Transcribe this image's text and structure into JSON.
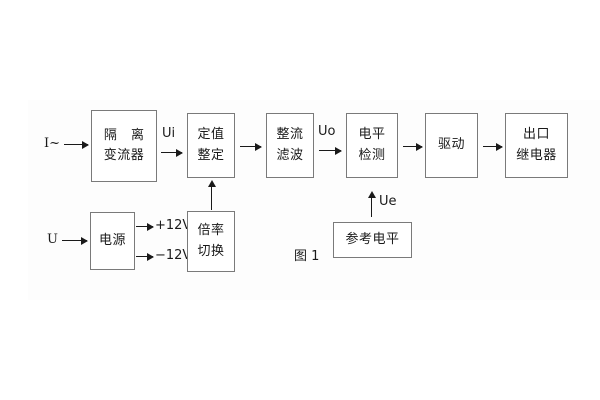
{
  "figure": {
    "caption": "图 1",
    "background": "#ffffff",
    "line_color": "#7a7a7a",
    "text_color": "#1a1a1a"
  },
  "inputs": [
    {
      "name": "current-input",
      "label": "I~"
    },
    {
      "name": "voltage-input",
      "label": "U"
    }
  ],
  "blocks": [
    {
      "name": "isolating-transformer",
      "lines": [
        "隔 离",
        "变流器"
      ]
    },
    {
      "name": "setpoint-setting",
      "lines": [
        "定值",
        "整定"
      ]
    },
    {
      "name": "rectifier-filter",
      "lines": [
        "整流",
        "滤波"
      ]
    },
    {
      "name": "level-detection",
      "lines": [
        "电平",
        "检测"
      ]
    },
    {
      "name": "driver",
      "lines": [
        "驱动"
      ]
    },
    {
      "name": "output-relay",
      "lines": [
        "出口",
        "继电器"
      ]
    },
    {
      "name": "power-supply",
      "lines": [
        "电源"
      ]
    },
    {
      "name": "multiplier-switch",
      "lines": [
        "倍率",
        "切换"
      ]
    },
    {
      "name": "reference-level",
      "lines": [
        "参考电平"
      ]
    }
  ],
  "signals": {
    "ui": "Ui",
    "uo": "Uo",
    "ue": "Ue",
    "rail_positive": "+12V",
    "rail_negative": "−12V"
  }
}
